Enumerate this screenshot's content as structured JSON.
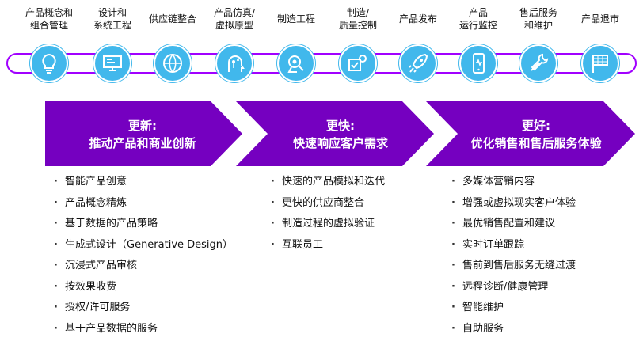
{
  "colors": {
    "accent_purple": "#a100ff",
    "chevron_purple": "#7500c0",
    "node_blue": "#41b8ec"
  },
  "stages": [
    {
      "label_lines": [
        "产品概念和",
        "组合管理"
      ],
      "icon": "lightbulb-icon"
    },
    {
      "label_lines": [
        "设计和",
        "系统工程"
      ],
      "icon": "design-screen-icon"
    },
    {
      "label_lines": [
        "供应链整合"
      ],
      "icon": "network-globe-icon"
    },
    {
      "label_lines": [
        "产品仿真/",
        "虚拟原型"
      ],
      "icon": "circuit-head-icon"
    },
    {
      "label_lines": [
        "制造工程"
      ],
      "icon": "robot-arm-icon"
    },
    {
      "label_lines": [
        "制造/",
        "质量控制"
      ],
      "icon": "quality-gear-icon"
    },
    {
      "label_lines": [
        "产品发布"
      ],
      "icon": "rocket-icon"
    },
    {
      "label_lines": [
        "产品",
        "运行监控"
      ],
      "icon": "mobile-monitor-icon"
    },
    {
      "label_lines": [
        "售后服务",
        "和维护"
      ],
      "icon": "service-tools-icon"
    },
    {
      "label_lines": [
        "产品退市"
      ],
      "icon": "finish-flag-icon"
    }
  ],
  "chevrons": [
    {
      "line1": "更新:",
      "line2": "推动产品和商业创新"
    },
    {
      "line1": "更快:",
      "line2": "快速响应客户需求"
    },
    {
      "line1": "更好:",
      "line2": "优化销售和售后服务体验"
    }
  ],
  "lists": [
    {
      "items": [
        "智能产品创意",
        "产品概念精炼",
        "基于数据的产品策略",
        "生成式设计（Generative Design）",
        "沉浸式产品审核",
        "按效果收费",
        "授权/许可服务",
        "基于产品数据的服务"
      ]
    },
    {
      "items": [
        "快速的产品模拟和迭代",
        "更快的供应商整合",
        "制造过程的虚拟验证",
        "互联员工"
      ]
    },
    {
      "items": [
        "多媒体营销内容",
        "增强或虚拟现实客户体验",
        "最优销售配置和建议",
        "实时订单跟踪",
        "售前到售后服务无缝过渡",
        "远程诊断/健康管理",
        "智能维护",
        "自助服务"
      ]
    }
  ]
}
